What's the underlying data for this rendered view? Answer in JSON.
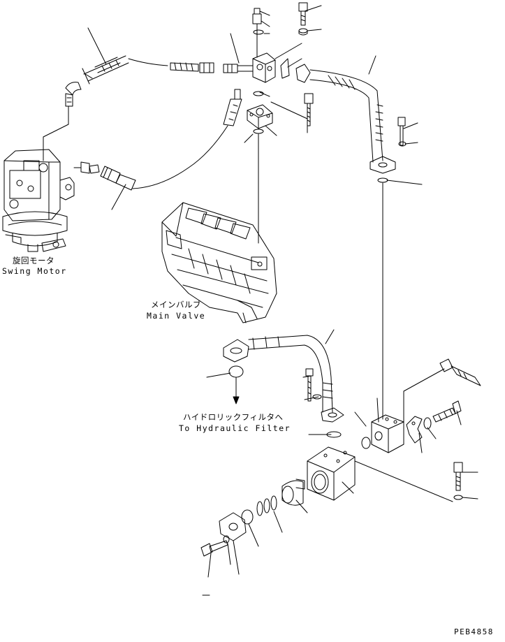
{
  "labels": {
    "swing_motor_jp": "旋回モータ",
    "swing_motor_en": "Swing Motor",
    "main_valve_jp": "メインバルブ",
    "main_valve_en": "Main Valve",
    "filter_jp": "ハイドロリックフィルタへ",
    "filter_en": "To Hydraulic Filter",
    "drawing_code": "PEB4858"
  },
  "colors": {
    "line": "#000000",
    "background": "#ffffff"
  }
}
